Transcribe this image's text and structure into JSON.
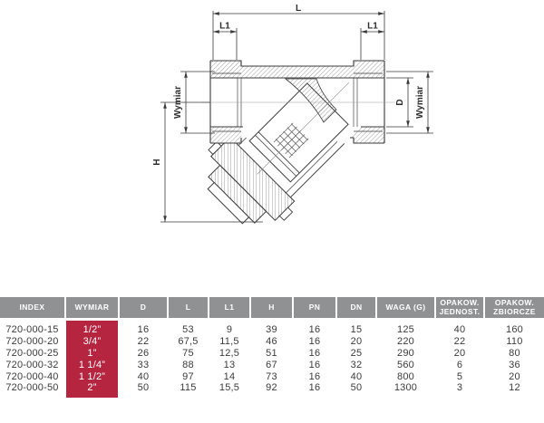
{
  "page": {
    "background": "#ffffff"
  },
  "colors": {
    "header_bg": "#8f9193",
    "header_text": "#ffffff",
    "accent_red": "#b52540",
    "row_text": "#3b3b3d",
    "line": "#3a3a3a"
  },
  "drawing": {
    "type": "y-strainer-cross-section",
    "labels": {
      "length": "L",
      "end_left": "L1",
      "end_right": "L1",
      "thread_left": "Wymiar",
      "thread_right": "Wymiar",
      "height": "H",
      "bore": "D"
    }
  },
  "table": {
    "columns": [
      {
        "key": "index",
        "label": "INDEX",
        "width": 71
      },
      {
        "key": "wymiar",
        "label": "WYMIAR",
        "width": 57,
        "highlight": true
      },
      {
        "key": "d",
        "label": "D",
        "width": 52
      },
      {
        "key": "l",
        "label": "L",
        "width": 43
      },
      {
        "key": "l1",
        "label": "L1",
        "width": 44
      },
      {
        "key": "h",
        "label": "H",
        "width": 45
      },
      {
        "key": "pn",
        "label": "PN",
        "width": 46
      },
      {
        "key": "dn",
        "label": "DN",
        "width": 42
      },
      {
        "key": "waga",
        "label": "WAGA (G)",
        "width": 63
      },
      {
        "key": "opak_jednost",
        "label": "OPAKOW. JEDNOST.",
        "width": 52
      },
      {
        "key": "opak_zbiorcze",
        "label": "OPAKOW. ZBIORCZE",
        "width": 65
      }
    ],
    "rows": [
      [
        "720-000-15",
        "1/2”",
        "16",
        "53",
        "9",
        "39",
        "16",
        "15",
        "125",
        "40",
        "160"
      ],
      [
        "720-000-20",
        "3/4”",
        "22",
        "67,5",
        "11,5",
        "46",
        "16",
        "20",
        "220",
        "22",
        "110"
      ],
      [
        "720-000-25",
        "1”",
        "26",
        "75",
        "12,5",
        "51",
        "16",
        "25",
        "290",
        "20",
        "80"
      ],
      [
        "720-000-32",
        "1 1/4”",
        "33",
        "88",
        "13",
        "67",
        "16",
        "32",
        "560",
        "6",
        "36"
      ],
      [
        "720-000-40",
        "1 1/2”",
        "40",
        "97",
        "14",
        "73",
        "16",
        "40",
        "800",
        "5",
        "20"
      ],
      [
        "720-000-50",
        "2”",
        "50",
        "115",
        "15,5",
        "92",
        "16",
        "50",
        "1300",
        "3",
        "12"
      ]
    ]
  }
}
